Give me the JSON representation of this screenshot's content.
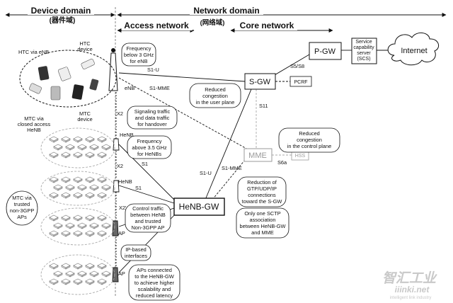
{
  "headers": {
    "device_domain": "Device domain",
    "device_domain_cn": "(器件域)",
    "network_domain": "Network domain",
    "access_network": "Access network",
    "access_network_cn": "(网络域)",
    "core_network": "Core network"
  },
  "nodes": {
    "pgw": "P-GW",
    "scs": [
      "Service",
      "capability",
      "server",
      "(SCS)"
    ],
    "internet": "Internet",
    "sgw": "S-GW",
    "pcrf": "PCRF",
    "mme": "MME",
    "hss": "HSS",
    "henbgw": "HeNB-GW",
    "enb": "eNB",
    "henb1": "HeNB",
    "henb2": "HeNB",
    "ap1": "AP",
    "ap2": "AP"
  },
  "interfaces": {
    "s5s8": "S5/S8",
    "s1u_top": "S1-U",
    "s1mme_top": "S1-MME",
    "s11": "S11",
    "s6a": "S6a",
    "s1u_mid": "S1-U",
    "s1mme_mid": "S1-MME",
    "x2_1": "X2",
    "x2_2": "X2",
    "x2p": "X2'",
    "s1_1": "S1",
    "s1_2": "S1"
  },
  "devices": {
    "htc_label": [
      "HTC",
      "device"
    ],
    "htc_via_enb": "HTC via eNB",
    "mtc_label": [
      "MTC",
      "device"
    ],
    "mtc_closed": [
      "MTC via",
      "closed access",
      "HeNB"
    ],
    "mtc_trusted": [
      "MTC via",
      "trusted",
      "non-3GPP",
      "APs"
    ]
  },
  "callouts": {
    "freq_enb": [
      "Frequency",
      "below 3 GHz",
      "for eNB"
    ],
    "reduced_user": [
      "Reduced",
      "congestion",
      "in the user plane"
    ],
    "reduced_control": [
      "Reduced",
      "congestion",
      "in the control plane"
    ],
    "signaling": [
      "Signaling traffic",
      "and data traffic",
      "for handover"
    ],
    "freq_henb": [
      "Frequency",
      "above 3.5 GHz",
      "for HeNBs"
    ],
    "reduction_gtp": [
      "Reduction of",
      "GTP/UDP/IP",
      "connections",
      "toward the S-GW"
    ],
    "one_sctp": [
      "Only one SCTP",
      "association",
      "between HeNB-GW",
      "and MME"
    ],
    "control_traffic": [
      "Control traffic",
      "between HeNB",
      "and trusted",
      "Non-3GPP AP"
    ],
    "ip_based": [
      "IP-based",
      "interfaces"
    ],
    "aps_connected": [
      "APs connected",
      "to the HeNB-GW",
      "to achieve higher",
      "scalability and",
      "reduced latency"
    ]
  },
  "watermark": {
    "cn": "智汇工业",
    "url": "iiinki.net",
    "tag": "intelligent link industry"
  }
}
